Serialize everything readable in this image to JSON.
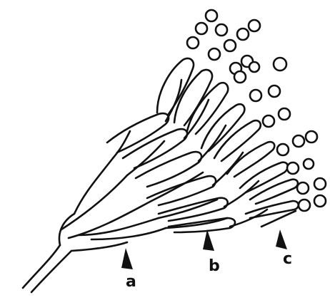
{
  "figure": {
    "labels": {
      "a": "a",
      "b": "b",
      "c": "c"
    },
    "colors": {
      "ink": "#111111",
      "background": "#ffffff"
    }
  }
}
